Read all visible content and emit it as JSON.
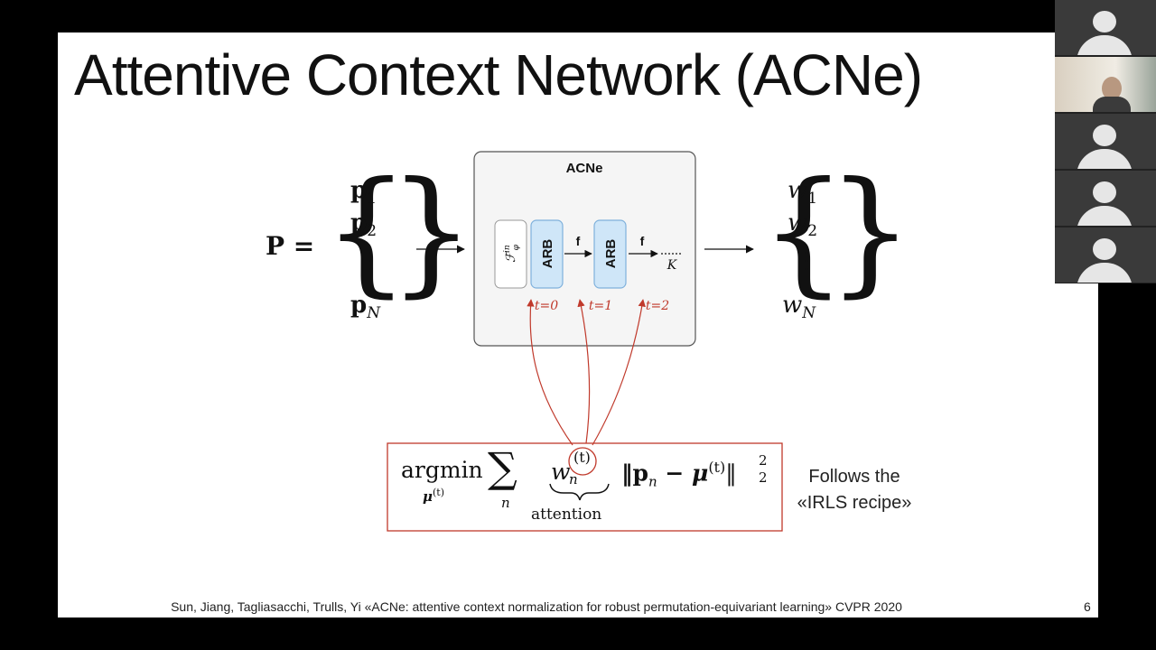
{
  "slide": {
    "title": "Attentive Context Network (ACNe)",
    "footer": "Sun, Jiang, Tagliasacchi, Trulls, Yi  «ACNe: attentive context normalization for robust permutation-equivariant learning» CVPR 2020",
    "page_number": "6"
  },
  "diagram": {
    "input_label": "P =",
    "input_items": [
      "p",
      "p",
      "p"
    ],
    "input_subs": [
      "1",
      "2",
      "N"
    ],
    "dots": "⋮",
    "box_title": "ACNe",
    "fin_label": "ℱ",
    "fin_sup": "in",
    "fin_sub": "φ",
    "arb_label": "ARB",
    "f_label": "f",
    "k_label": "K",
    "t_labels": [
      "t=0",
      "t=1",
      "t=2"
    ],
    "output_items": [
      "w",
      "w",
      "w"
    ],
    "output_subs": [
      "1",
      "2",
      "N"
    ]
  },
  "formula": {
    "argmin": "argmin",
    "argmin_sub": "μ",
    "argmin_sub_sup": "(t)",
    "sum": "∑",
    "sum_sub": "n",
    "w": "w",
    "w_sub": "n",
    "w_sup": "(t)",
    "attention": "attention",
    "norm": "‖p",
    "norm_sub": "n",
    "norm_rest": " − μ",
    "norm_sup": "(t)",
    "norm_end": "‖",
    "norm_sub2": "2",
    "norm_sup2": "2"
  },
  "note": {
    "line1": "Follows the",
    "line2": "«IRLS recipe»"
  },
  "colors": {
    "red": "#c0392b",
    "arb_fill": "#cfe6f8",
    "arb_stroke": "#7fb1dc"
  },
  "participants_panel": {
    "tiles": [
      "avatar-icon",
      "avatar-icon",
      "avatar-icon",
      "avatar-icon",
      "avatar-icon"
    ]
  }
}
